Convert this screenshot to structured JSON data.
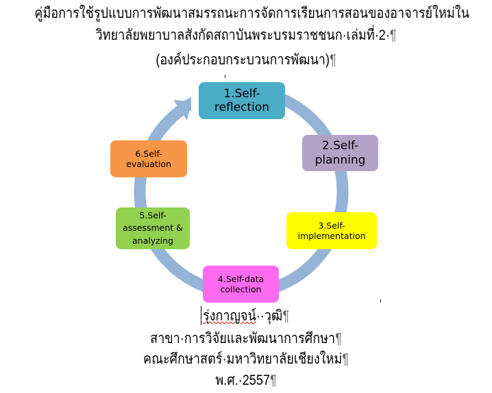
{
  "header": {
    "line1": "คู่มือการใช้รูปแบบการพัฒนาสมรรถนะการจัดการเรียนการสอนของอาจารย์ใหม่ใน",
    "line2": "วิทยาลัยพยาบาลสังกัดสถาบันพระบรมราชชนก·เล่มที่·2·",
    "line3": "(องค์ประกอบกระบวนการพัฒนา)",
    "pilcrow": "¶"
  },
  "diagram": {
    "ring_color": "#95b3d7",
    "steps": [
      {
        "line1": "1.Self-",
        "line2": "reflection",
        "color": "#4bacc6"
      },
      {
        "line1": "2.Self-",
        "line2": "planning",
        "color": "#b3a2c7"
      },
      {
        "line1": "3.Self-",
        "line2": "implementation",
        "color": "#ffff00"
      },
      {
        "line1": "4.Self-data",
        "line2": "collection",
        "color": "#ff6bf0"
      },
      {
        "line1": "5.Self-",
        "line2": "assessment &",
        "line3": "analyzing",
        "color": "#92d050"
      },
      {
        "line1": "6.Self-",
        "line2": "evaluation",
        "color": "#f79646"
      }
    ]
  },
  "footer": {
    "author_first": "รุ่งกาญจน์",
    "author_last": "··วุฒิ",
    "department": "สาขา·การวิจัยและพัฒนาการศึกษา",
    "faculty": "คณะศึกษาสตร์·มหาวิทยาลัยเชียงใหม่",
    "year": "พ.ศ.·2557",
    "pilcrow": "¶"
  }
}
